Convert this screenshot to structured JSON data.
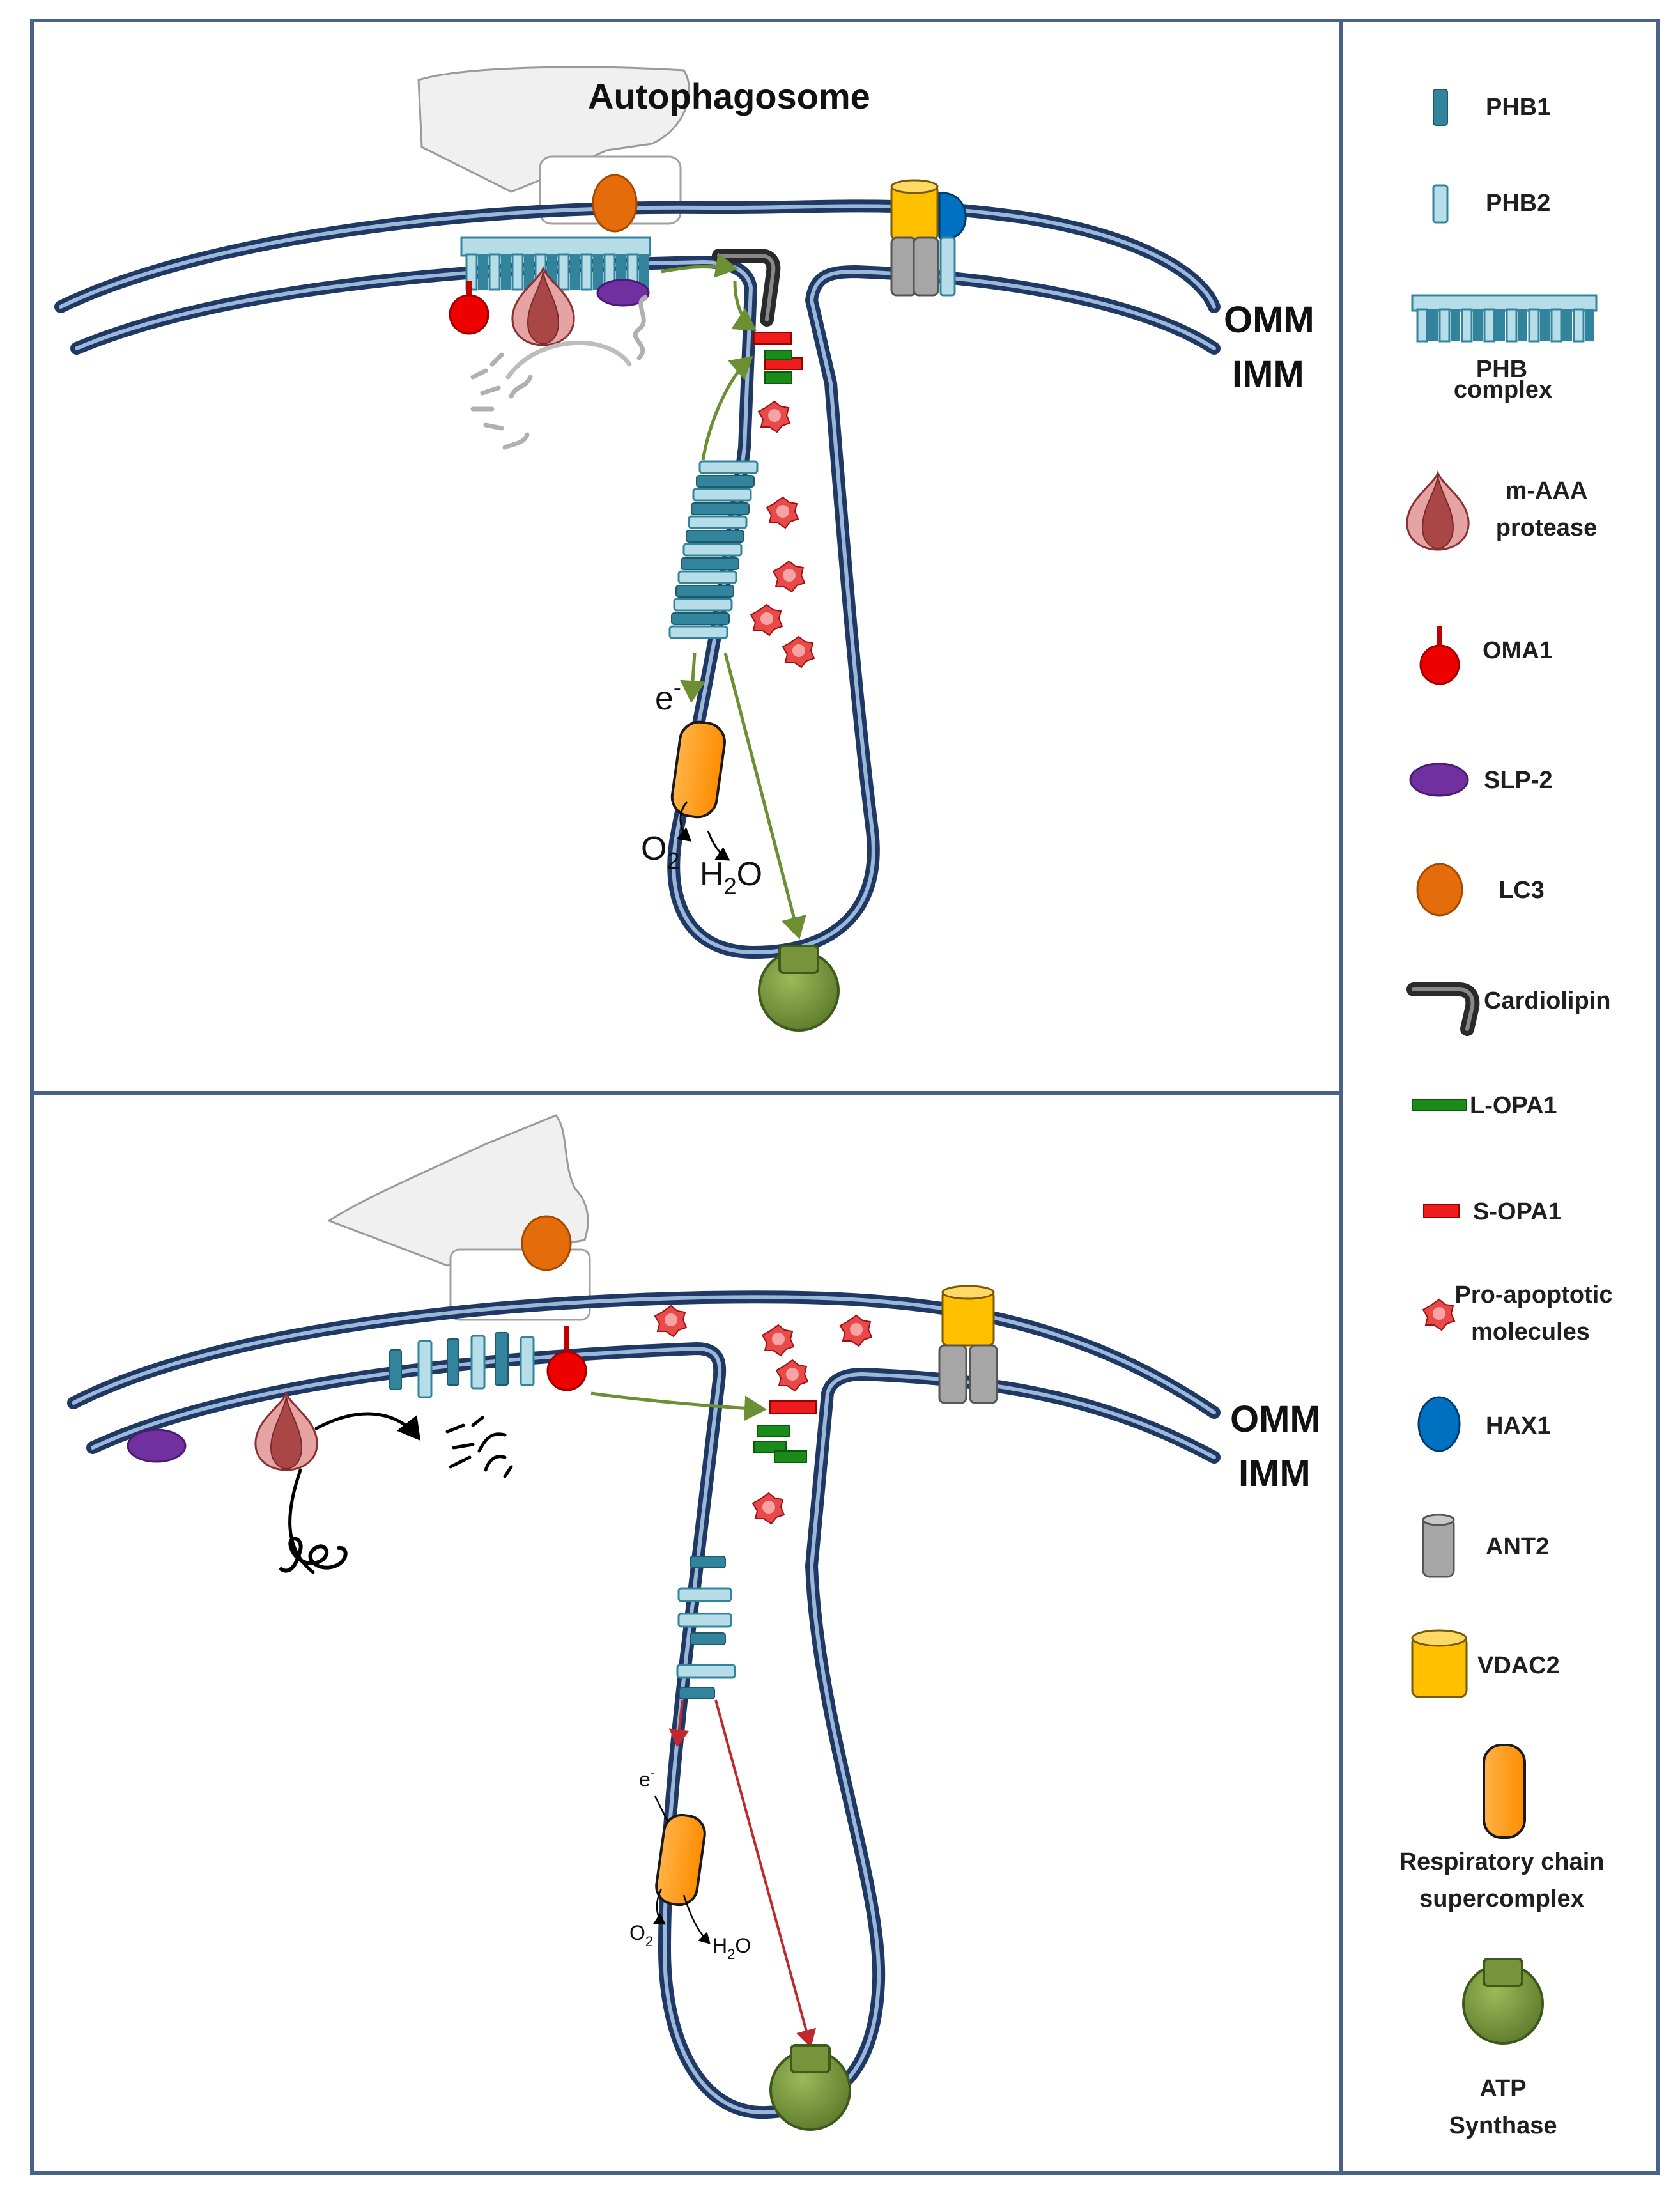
{
  "panels": {
    "top": {
      "autophagosome_label": "Autophagosome",
      "omm_label": "OMM",
      "imm_label": "IMM",
      "electron": "e",
      "electron_sup": "-",
      "o2": "O",
      "o2_sub": "2",
      "h2o_h": "H",
      "h2o_sub": "2",
      "h2o_o": "O"
    },
    "bottom": {
      "omm_label": "OMM",
      "imm_label": "IMM",
      "electron": "e",
      "electron_sup": "-",
      "o2": "O",
      "o2_sub": "2",
      "h2o_h": "H",
      "h2o_sub": "2",
      "h2o_o": "O"
    }
  },
  "legend": {
    "items": [
      {
        "icon": "phb1-icon",
        "label": "PHB1"
      },
      {
        "icon": "phb2-icon",
        "label": "PHB2"
      },
      {
        "icon": "phb-complex-icon",
        "label_lines": [
          "PHB",
          "complex"
        ]
      },
      {
        "icon": "m-aaa-protease-icon",
        "label_lines": [
          "m-AAA",
          "protease"
        ]
      },
      {
        "icon": "oma1-icon",
        "label": "OMA1"
      },
      {
        "icon": "slp2-icon",
        "label": "SLP-2"
      },
      {
        "icon": "lc3-icon",
        "label": "LC3"
      },
      {
        "icon": "cardiolipin-icon",
        "label": "Cardiolipin"
      },
      {
        "icon": "l-opa1-icon",
        "label": "L-OPA1"
      },
      {
        "icon": "s-opa1-icon",
        "label": "S-OPA1"
      },
      {
        "icon": "pro-apoptotic-icon",
        "label_lines": [
          "Pro-apoptotic",
          "molecules"
        ]
      },
      {
        "icon": "hax1-icon",
        "label": "HAX1"
      },
      {
        "icon": "ant2-icon",
        "label": "ANT2"
      },
      {
        "icon": "vdac2-icon",
        "label": "VDAC2"
      },
      {
        "icon": "respiratory-chain-icon",
        "label_lines": [
          "Respiratory chain",
          "supercomplex"
        ]
      },
      {
        "icon": "atp-synthase-icon",
        "label_lines": [
          "ATP",
          "Synthase"
        ]
      }
    ]
  },
  "colors": {
    "membrane": "#1f3864",
    "frame": "#4a6286",
    "phb1": "#31849b",
    "phb2": "#b7dee8",
    "oma1": "#ee0000",
    "slp2": "#7030a0",
    "lc3": "#e46c0a",
    "l_opa1": "#1a8a1a",
    "s_opa1": "#ee1c1c",
    "hax1": "#0070c0",
    "ant2": "#a6a6a6",
    "vdac2": "#ffc000",
    "resp_chain": "#ff9a00",
    "atp_synthase": "#77933c",
    "arrow_green": "#6d8f34",
    "arrow_red": "#c0282d",
    "protease_dark": "#a94747",
    "protease_light": "#e6a3a3"
  }
}
